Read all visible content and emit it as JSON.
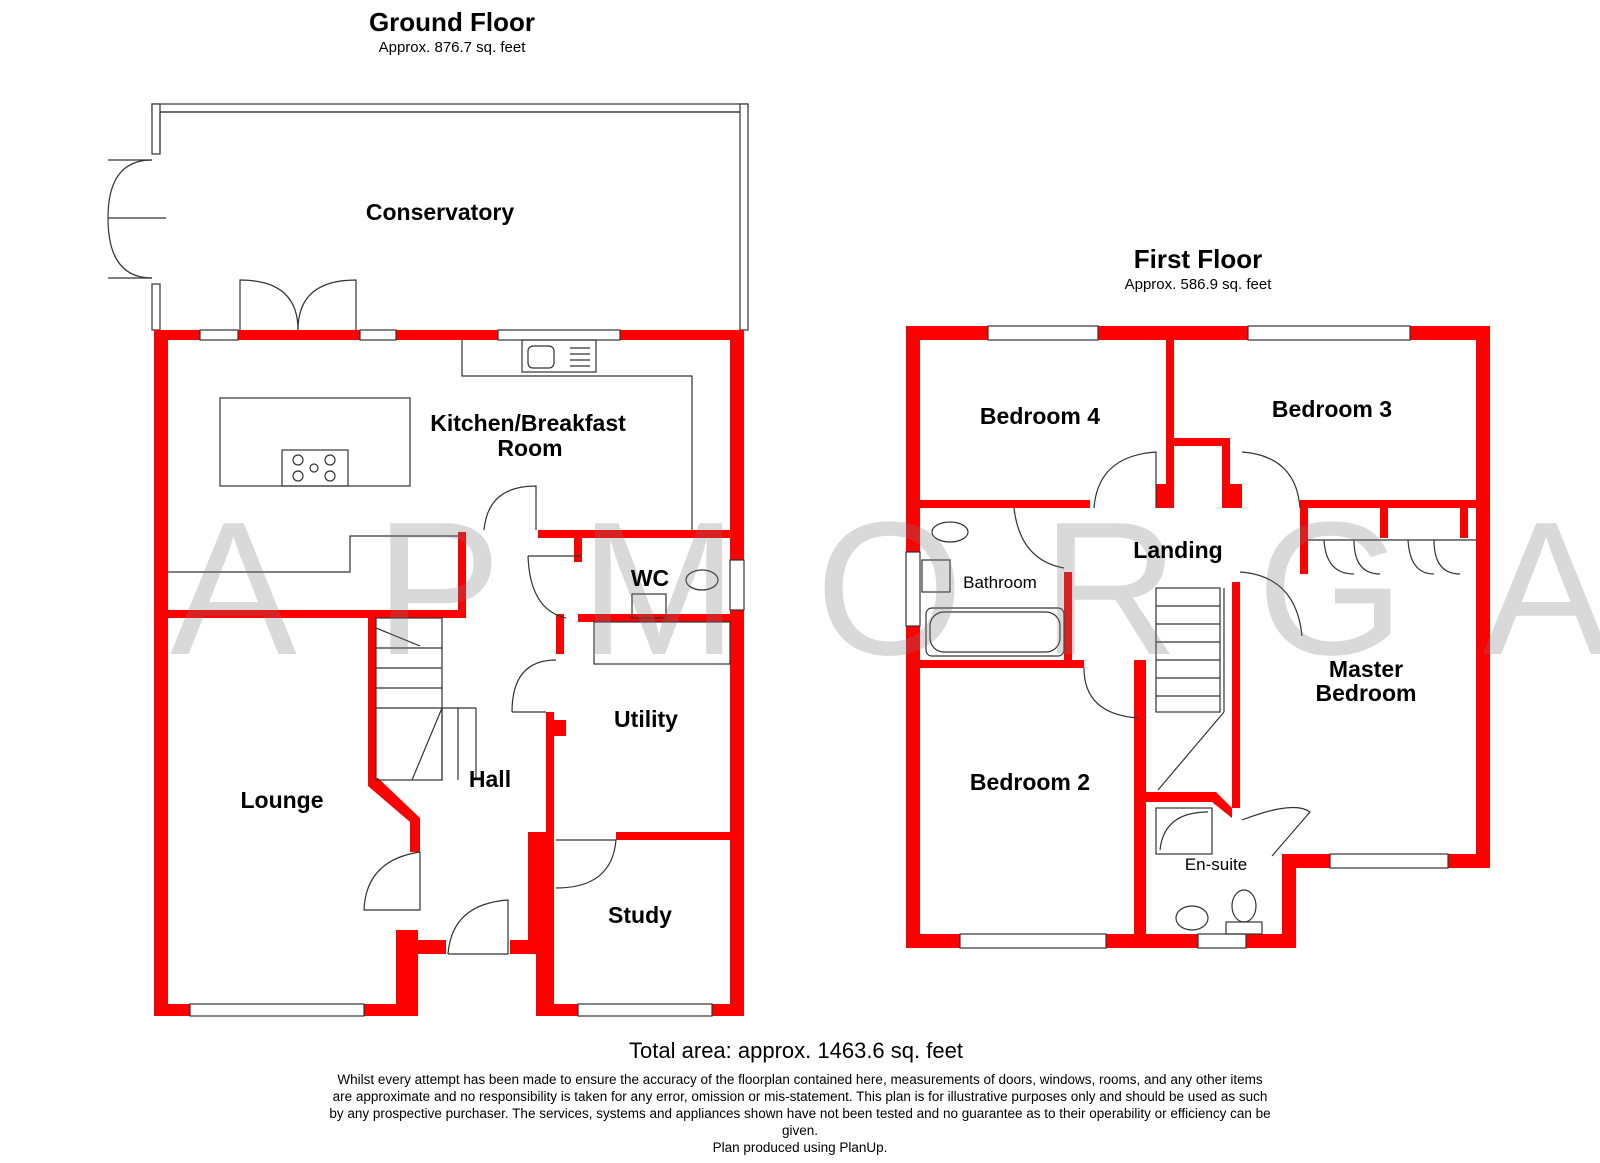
{
  "ground_floor": {
    "title": "Ground Floor",
    "area": "Approx. 876.7 sq. feet",
    "rooms": {
      "conservatory": "Conservatory",
      "kitchen_line1": "Kitchen/Breakfast",
      "kitchen_line2": "Room",
      "wc": "WC",
      "utility": "Utility",
      "lounge": "Lounge",
      "hall": "Hall",
      "study": "Study"
    }
  },
  "first_floor": {
    "title": "First Floor",
    "area": "Approx. 586.9 sq. feet",
    "rooms": {
      "bedroom4": "Bedroom 4",
      "bedroom3": "Bedroom 3",
      "landing": "Landing",
      "bathroom": "Bathroom",
      "master_line1": "Master",
      "master_line2": "Bedroom",
      "bedroom2": "Bedroom 2",
      "ensuite": "En-suite"
    }
  },
  "watermark": "APMORGAN",
  "total_area": "Total area: approx. 1463.6 sq. feet",
  "disclaimer": {
    "line1": "Whilst every attempt has been made to ensure the accuracy of the floorplan contained here, measurements of doors, windows, rooms, and any other items",
    "line2": "are approximate and no responsibility is taken for any error, omission or mis-statement. This plan is for illustrative purposes only and should be used as such",
    "line3": "by any prospective purchaser. The services, systems and appliances shown have not been tested and no guarantee as to their operability or efficiency can be",
    "line4": "given.",
    "line5": "Plan produced using PlanUp."
  },
  "colors": {
    "wall": "#ff0000",
    "watermark": "#7a7a7a",
    "line": "#333333"
  }
}
